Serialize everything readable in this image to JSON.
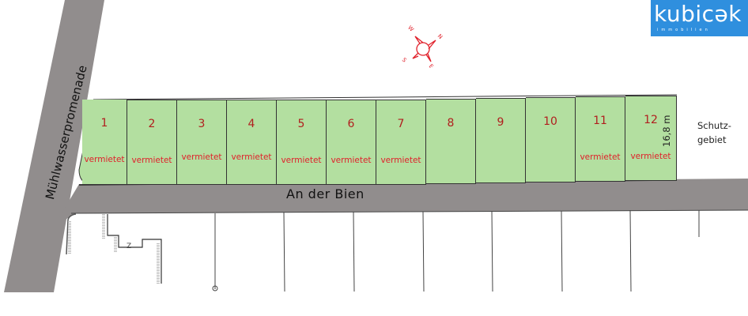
{
  "logo": {
    "text": "kubicək",
    "subtitle": "immobilien",
    "bg_color": "#2f8fde"
  },
  "compass": {
    "icon": "compass-rose-icon",
    "color": "#e0202a",
    "labels": {
      "north": "N",
      "east": "E",
      "south": "S",
      "west": "W"
    }
  },
  "streets": {
    "main": "An der Bien",
    "side": "Mühlwasserpromenade",
    "color": "#918d8d"
  },
  "plots": [
    {
      "number": "1",
      "status": "vermietet"
    },
    {
      "number": "2",
      "status": "vermietet"
    },
    {
      "number": "3",
      "status": "vermietet"
    },
    {
      "number": "4",
      "status": "vermietet"
    },
    {
      "number": "5",
      "status": "vermietet"
    },
    {
      "number": "6",
      "status": "vermietet"
    },
    {
      "number": "7",
      "status": "vermietet"
    },
    {
      "number": "8",
      "status": ""
    },
    {
      "number": "9",
      "status": ""
    },
    {
      "number": "10",
      "status": ""
    },
    {
      "number": "11",
      "status": "vermietet"
    },
    {
      "number": "12",
      "status": "vermietet"
    }
  ],
  "plot_color": "#b3dfa0",
  "protected_area": {
    "line1": "Schutz-",
    "line2": "gebiet"
  },
  "dimension": "16,8 m"
}
